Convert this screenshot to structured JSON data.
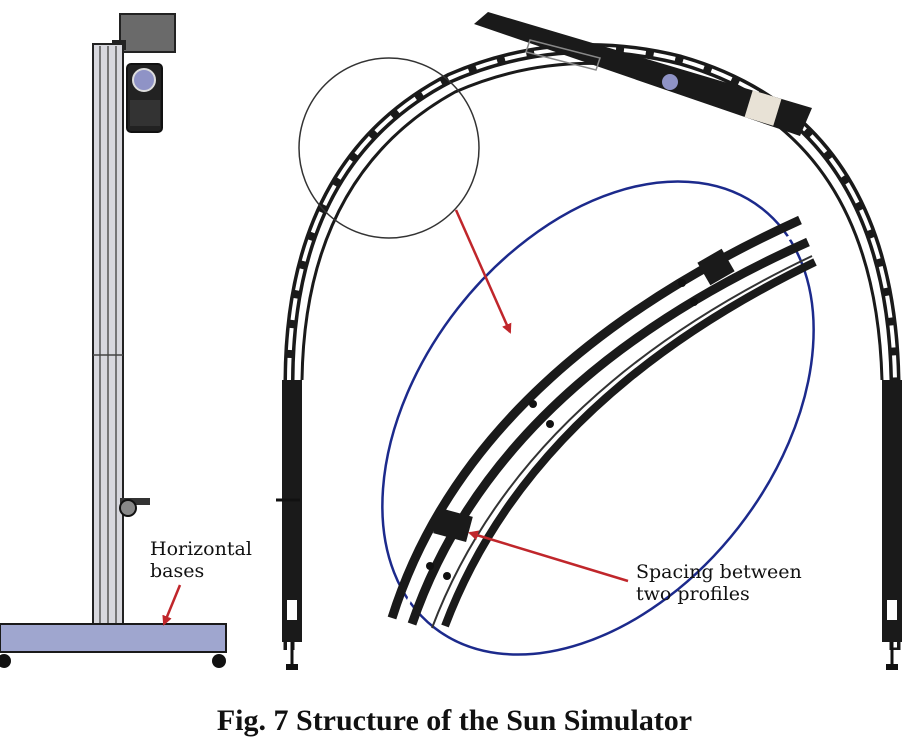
{
  "labels": {
    "horizontal_bases_line1": "Horizontal",
    "horizontal_bases_line2": "bases",
    "spacing_line1": "Spacing between",
    "spacing_line2": "two profiles"
  },
  "caption": "Fig. 7 Structure of the Sun Simulator",
  "colors": {
    "arrow": "#c0262b",
    "ellipse": "#1c2a8c",
    "base_plate": "#9fa6cf",
    "frame": "#1a1a1a"
  }
}
